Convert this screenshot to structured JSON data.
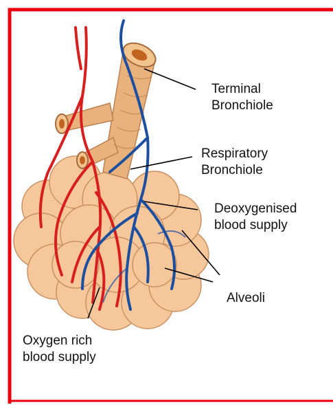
{
  "border_color": "#e8000b",
  "colors": {
    "alveolus_fill": "#f6c79a",
    "alveolus_stroke": "#c99063",
    "artery": "#d81f1f",
    "vein": "#1c4fa0",
    "bronchiole": "#e9b27c"
  },
  "labels": {
    "terminal": [
      "Terminal",
      "Bronchiole"
    ],
    "respiratory": [
      "Respiratory",
      "Bronchiole"
    ],
    "deoxygenised": [
      "Deoxygenised",
      "blood supply"
    ],
    "alveoli": "Alveoli",
    "oxygen": [
      "Oxygen rich",
      "blood supply"
    ]
  }
}
